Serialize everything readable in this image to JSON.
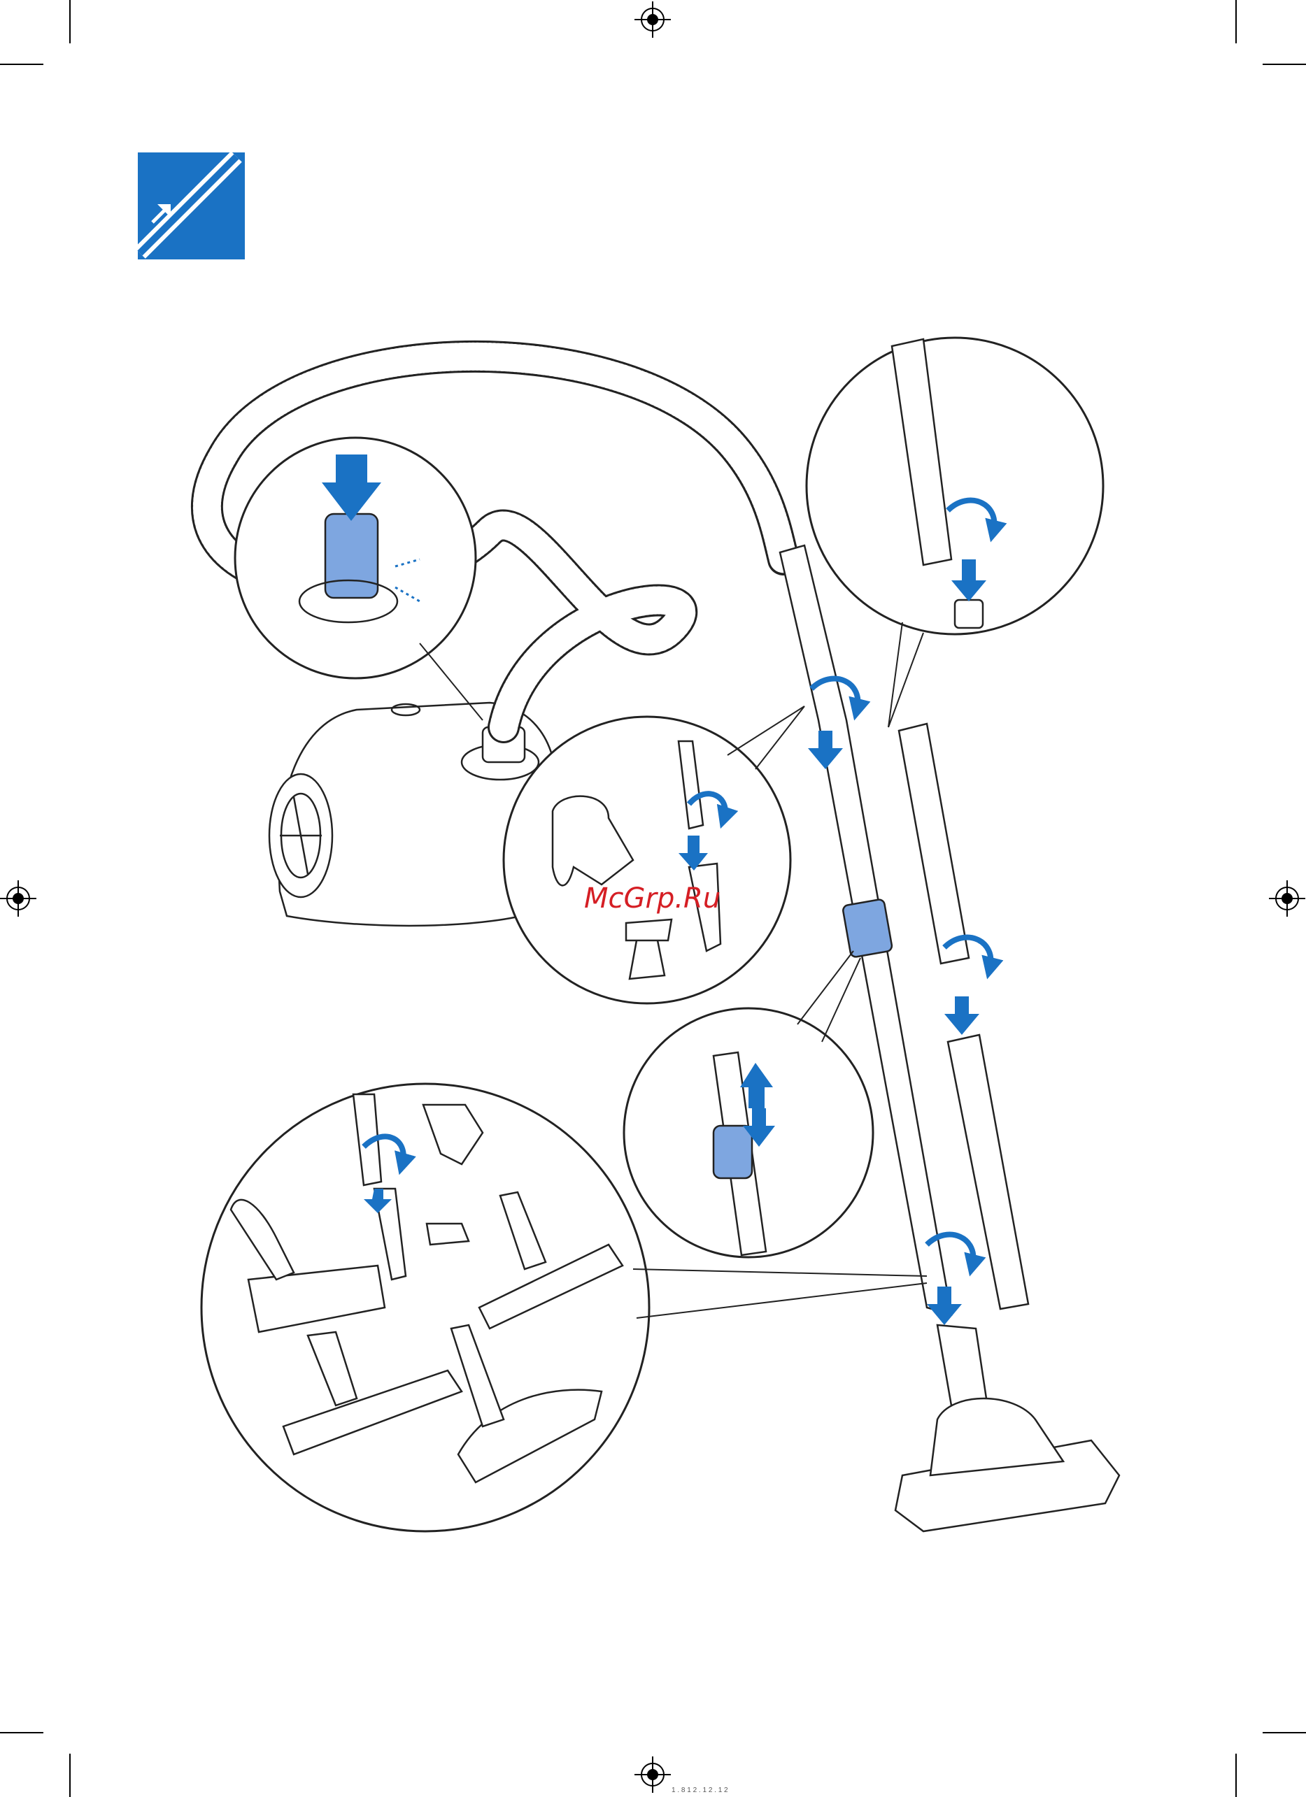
{
  "page": {
    "section_icon": "hose-connect-icon",
    "accent_color": "#1a72c4",
    "light_blue": "#7ea6e0",
    "watermark": "McGrp.Ru",
    "footer_code": "1 . 8 1 2 . 1 2 . 1 2"
  },
  "illustrations": [
    "vacuum-cleaner-body",
    "hose-attach-detail",
    "accessory-tools-detail",
    "telescopic-tube-detail",
    "tube-rotate-detail",
    "nozzle-options-detail",
    "floor-nozzle"
  ]
}
